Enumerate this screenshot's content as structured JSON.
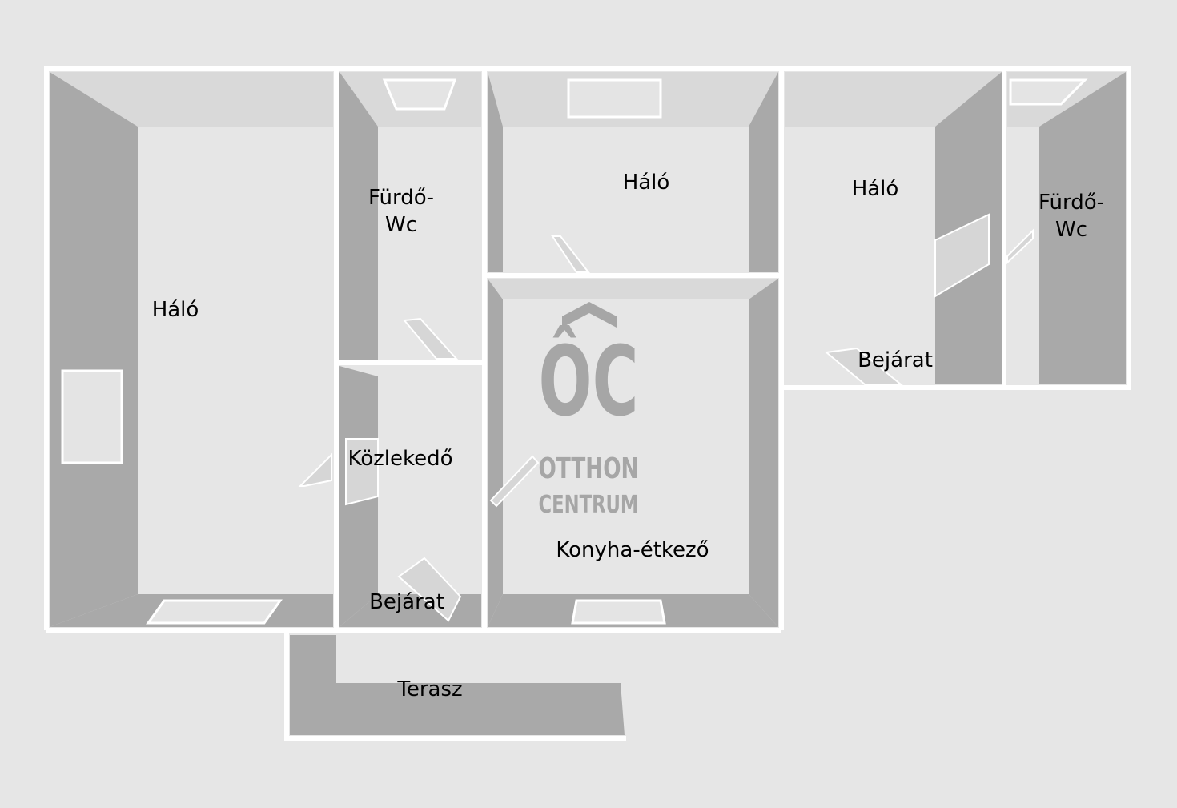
{
  "rooms": [
    {
      "label": "Háló"
    },
    {
      "label": "Fürdő-",
      "label2": "Wc"
    },
    {
      "label": "Háló"
    },
    {
      "label": "Háló"
    },
    {
      "label": "Fürdő-",
      "label2": "Wc"
    },
    {
      "label": "Bejárat"
    },
    {
      "label": "Közlekedő"
    },
    {
      "label": "Konyha-étkező"
    },
    {
      "label": "Bejárat"
    },
    {
      "label": "Terasz"
    }
  ],
  "watermark": {
    "mark": "ÔC",
    "line1": "OTTHON",
    "line2": "CENTRUM"
  },
  "colors": {
    "background": "#e6e6e6",
    "wall": "#ffffff",
    "side_wall": "#a9a9a9",
    "back_wall": "#d9d9d9",
    "watermark": "#a6a6a6"
  }
}
